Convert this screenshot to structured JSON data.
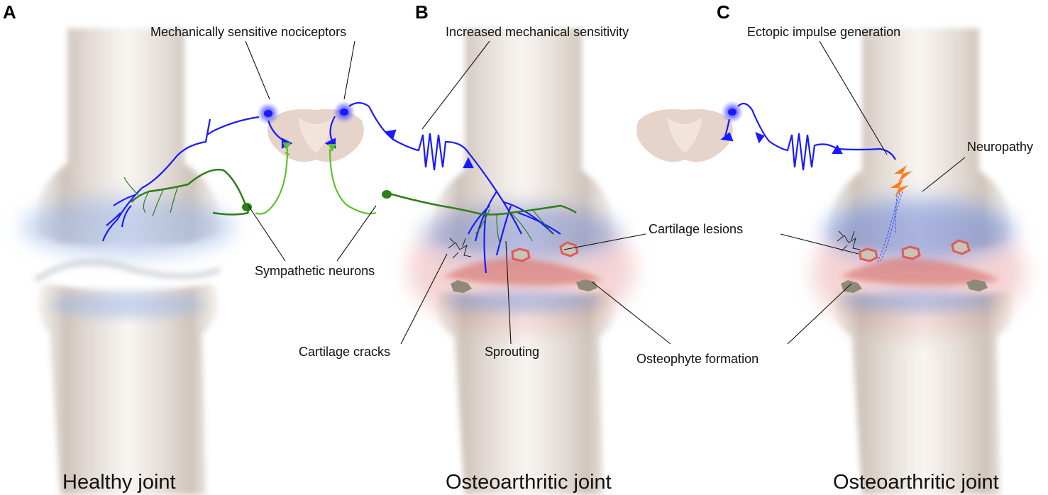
{
  "panels": [
    {
      "letter": "A",
      "caption": "Healthy joint"
    },
    {
      "letter": "B",
      "caption": "Osteoarthritic joint"
    },
    {
      "letter": "C",
      "caption": "Osteoarthritic joint"
    }
  ],
  "labels": {
    "mech_nociceptors": "Mechanically sensitive nociceptors",
    "increased_sensitivity": "Increased mechanical sensitivity",
    "ectopic": "Ectopic impulse generation",
    "neuropathy": "Neuropathy",
    "sympathetic": "Sympathetic neurons",
    "cartilage_lesions": "Cartilage lesions",
    "cartilage_cracks": "Cartilage cracks",
    "sprouting": "Sprouting",
    "osteophyte": "Osteophyte formation"
  },
  "colors": {
    "nociceptor": "#1a1aff",
    "sympathetic_dark": "#2e7d18",
    "sympathetic_light": "#5cc22a",
    "bone": "#d8c8b8",
    "cartilage": "#9bb6e6",
    "inflammation": "#e8a0a0",
    "spark": "#ff7a1a"
  }
}
